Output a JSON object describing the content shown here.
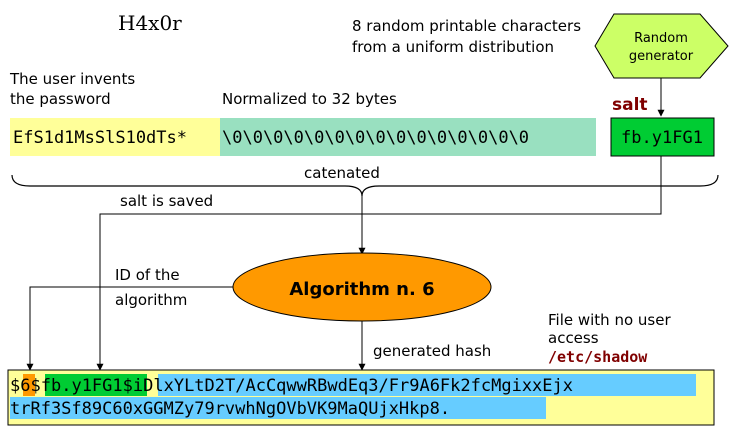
{
  "header": {
    "username": "H4x0r",
    "random_note_line1": "8 random printable characters",
    "random_note_line2": "from a uniform distribution"
  },
  "generator": {
    "line1": "Random",
    "line2": "generator",
    "fill": "#ccff66"
  },
  "password": {
    "caption_line1": "The user invents",
    "caption_line2": "the password",
    "value": "EfS1d1MsSlS10dTs*",
    "padding": "\\0\\0\\0\\0\\0\\0\\0\\0\\0\\0\\0\\0\\0\\0\\0",
    "padding_caption": "Normalized to 32 bytes",
    "color": "#ffff99",
    "padding_color": "#99e0c0"
  },
  "salt": {
    "label": "salt",
    "value": "fb.y1FG1",
    "color": "#00cc33",
    "label_color": "#800000"
  },
  "flow": {
    "catenated": "catenated",
    "salt_saved": "salt is saved",
    "algo_id_line1": "ID of the",
    "algo_id_line2": "algorithm",
    "generated_hash": "generated hash"
  },
  "algorithm": {
    "label": "Algorithm n. 6",
    "fill": "#ff9900"
  },
  "file": {
    "caption_line1": "File with no user",
    "caption_line2": "access",
    "path": "/etc/shadow",
    "path_color": "#800000"
  },
  "shadow_entry": {
    "d1": "$",
    "id": "6",
    "d2": "$",
    "salt": "fb.y1FG1",
    "d3": "$",
    "hash_line1": "iDlxYLtD2T/AcCqwwRBwdEq3/Fr9A6Fk2fcMgixxEjx",
    "hash_line2": "trRf3Sf89C60xGGMZy79rvwhNgOVbVK9MaQUjxHkp8.",
    "box_color": "#ffff99",
    "id_color": "#ff9900",
    "salt_color": "#00cc33",
    "hash_color": "#66ccff"
  }
}
